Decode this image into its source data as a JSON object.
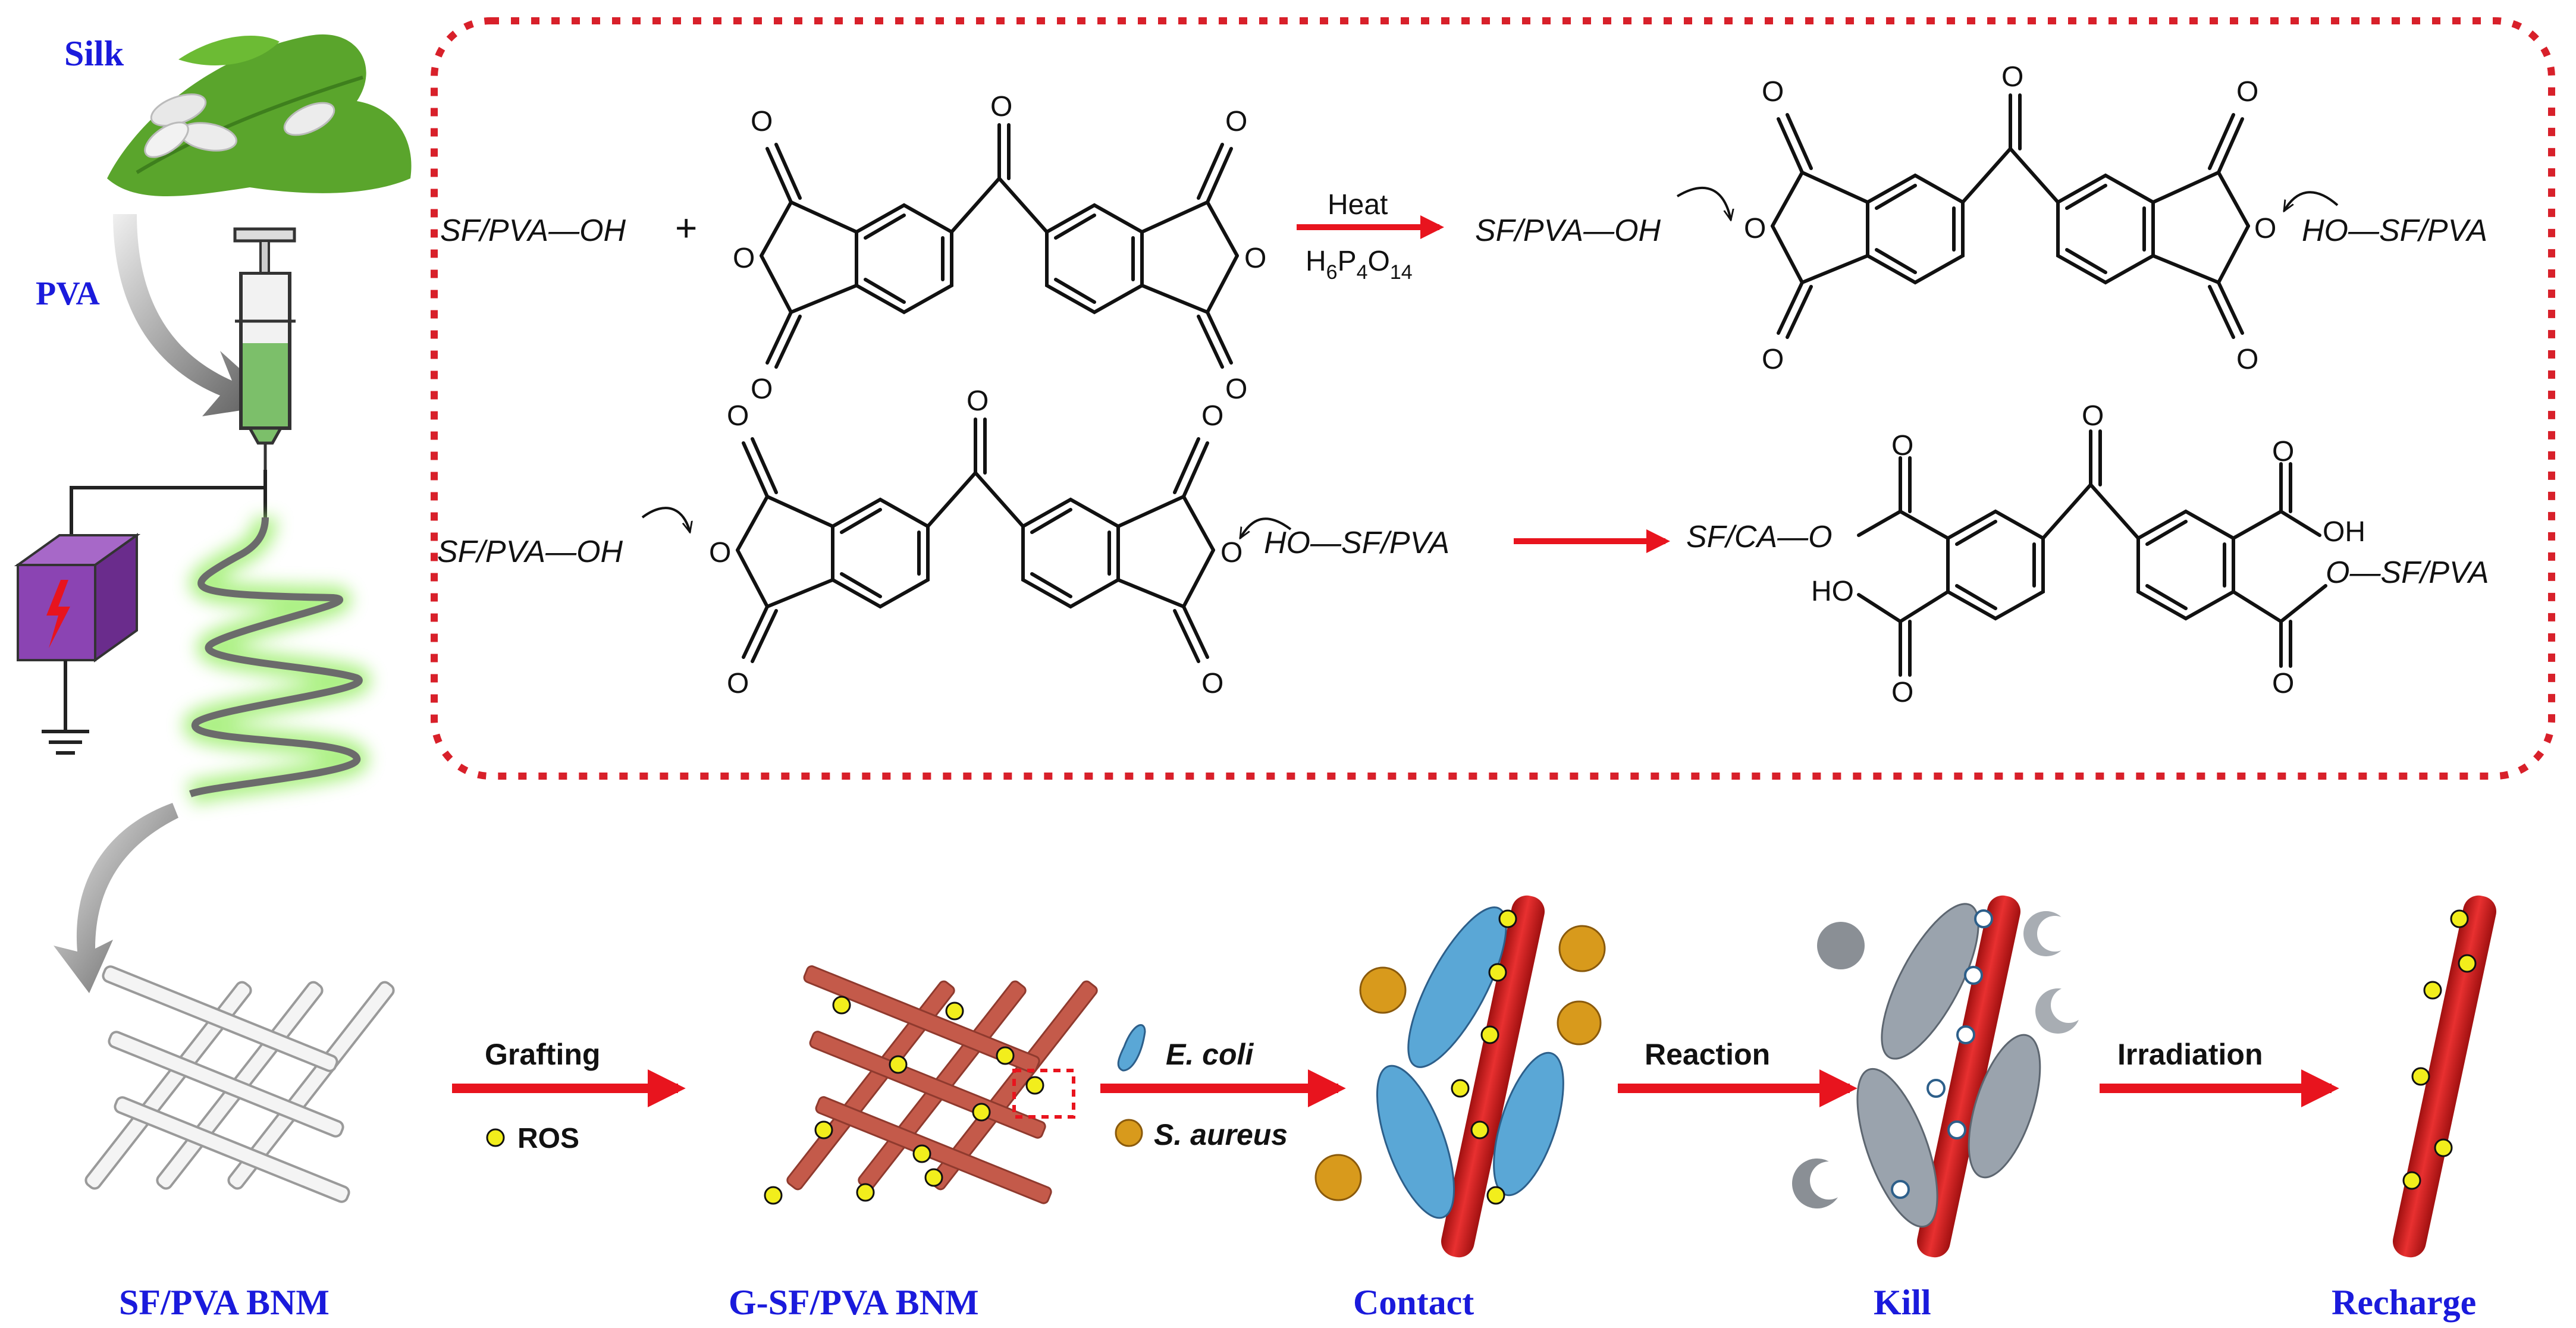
{
  "labels": {
    "silk": "Silk",
    "pva": "PVA",
    "sf_pva_bnm": "SF/PVA BNM",
    "g_sf_pva_bnm": "G-SF/PVA BNM",
    "contact": "Contact",
    "kill": "Kill",
    "recharge": "Recharge"
  },
  "arrows": {
    "grafting": "Grafting",
    "ros": "ROS",
    "e_coli": "E. coli",
    "s_aureus": "S. aureus",
    "reaction": "Reaction",
    "irradiation": "Irradiation"
  },
  "scheme": {
    "r1_reactant": "SF/PVA—OH",
    "plus": "+",
    "heat": "Heat",
    "catalyst_H": "H",
    "catalyst_6": "6",
    "catalyst_P": "P",
    "catalyst_4": "4",
    "catalyst_O": "O",
    "catalyst_14": "14",
    "r1_left_oh": "SF/PVA—OH",
    "r1_right_ho": "HO—SF/PVA",
    "r2_left_oh": "SF/PVA—OH",
    "r2_right_ho": "HO—SF/PVA",
    "product_left": "SF/CA—O",
    "product_right": "O—SF/PVA",
    "oh": "OH",
    "ho": "HO",
    "o": "O"
  },
  "colors": {
    "label_blue": "#1a1adc",
    "arrow_red": "#e8141e",
    "fiber_red": "#d72020",
    "mesh_red": "#c45a4a",
    "ros_yellow": "#f2ee1c",
    "dash_red": "#d8202a",
    "ecoli_blue": "#5aa7d6",
    "saureus_orange": "#d89a1c"
  }
}
